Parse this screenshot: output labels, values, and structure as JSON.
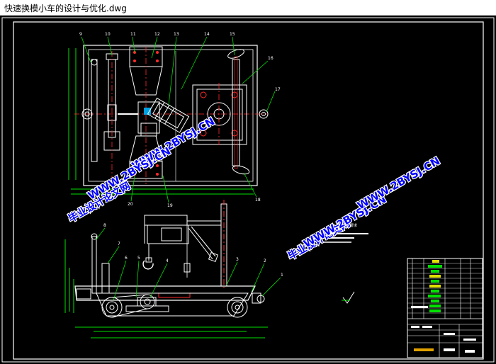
{
  "window": {
    "title": "快速换模小车的设计与优化.dwg"
  },
  "drawing": {
    "part_numbers_top": [
      "9",
      "10",
      "11",
      "12",
      "13",
      "14",
      "15",
      "16",
      "17",
      "18",
      "19",
      "20"
    ],
    "part_numbers_bottom": [
      "1",
      "2",
      "3",
      "4",
      "5",
      "6",
      "7",
      "8"
    ],
    "watermark_cn": "毕业设计论文网",
    "watermark_url": "WWW.2BYSJ.CN",
    "tech_req_label": "技术要求"
  },
  "colors": {
    "background": "#000000",
    "frame": "#ffffff",
    "lines_red": "#ff2a2a",
    "lines_green": "#00e000",
    "dims_yellow": "#e0e000",
    "watermark": "#0000ff"
  }
}
